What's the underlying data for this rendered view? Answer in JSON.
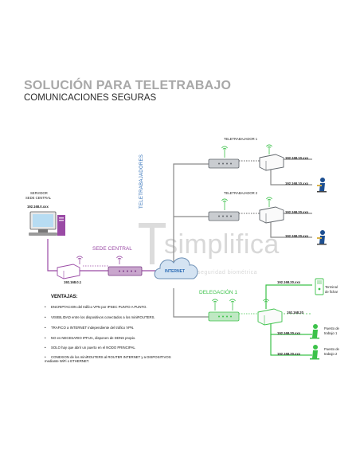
{
  "header": {
    "title": "SOLUCIÓN PARA TELETRABAJO",
    "subtitle": "COMUNICACIONES SEGURAS"
  },
  "colors": {
    "sede": "#9a4aa5",
    "internet": "#2a6bb5",
    "delegacion": "#3cc24a",
    "teletrabajo_link": "#8a8a8a",
    "teletrabajo_label": "#2a6bb5"
  },
  "server": {
    "label_line1": "SERVIDOR",
    "label_line2": "SEDE CENTRAL",
    "ip": "192.168.0.xxx"
  },
  "sede": {
    "label": "SEDE CENTRAL",
    "router_ip": "192.168.0.1"
  },
  "internet": {
    "label": "INTERNET"
  },
  "teletrabajo": {
    "vertical_label": "TELETRABAJADORES",
    "worker1": {
      "label": "TELETRABAJADOR 1",
      "ip_router": "192.168.10.xxx",
      "ip_pc": "192.168.10.xxx"
    },
    "worker2": {
      "label": "TELETRABAJADOR 2",
      "ip_router": "192.168.20.xxx",
      "ip_pc": "192.168.20.xxx"
    }
  },
  "delegacion": {
    "label": "DELEGACIÓN 1",
    "ip_top": "192.168.20",
    "ip_terminal": "192.168.20.xxx",
    "ip_puesto1": "192.168.20.xxx",
    "ip_puesto2": "192.168.20.xxx",
    "terminal_line1": "Terminal",
    "terminal_line2": "de fichar",
    "puesto1_line1": "Puesto de",
    "puesto1_line2": "trabajo 1",
    "puesto2_line1": "Puesto de",
    "puesto2_line2": "trabajo 2"
  },
  "ventajas": {
    "title": "VENTAJAS:",
    "items": [
      "ENCRIPTACION  del tráfico VPN por IPSEC PUNTO A PUNTO.",
      "VISIBILIDAD entre los dispositivos conectados a los miniROUTERS.",
      "TRAFICO a INTERNET independiente del tráfico VPN.",
      "NO es NECESARIO IPFIJA, disponen de DDNS propio.",
      "SOLO hay que abrir un puerto en el NODO PRINCIPAL",
      "CONEXION de los miniROUTERS al ROUTER INTERNET y a DISPOSITIVOS mediante WiFi o ETHERNET."
    ]
  },
  "watermark": {
    "word": "simplifica",
    "sub": "seguridad biométrica"
  }
}
